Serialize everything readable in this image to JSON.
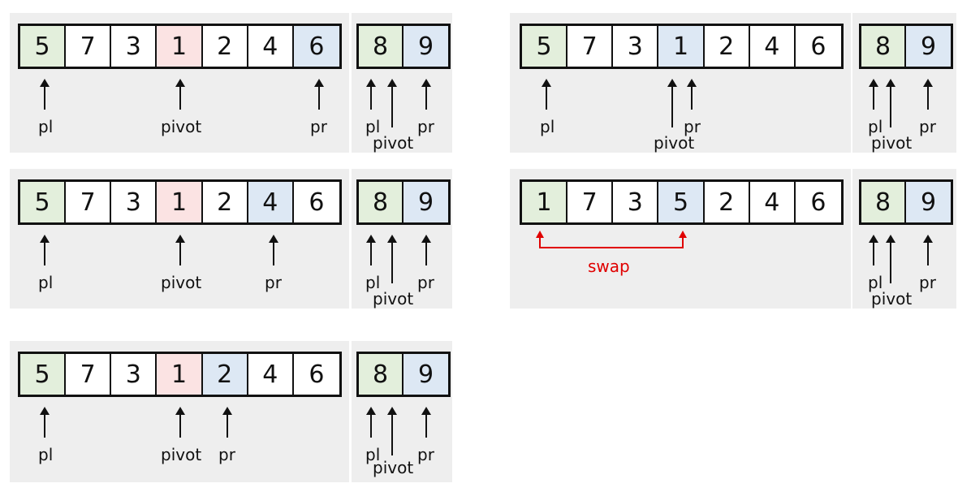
{
  "labels": {
    "pl": "pl",
    "pr": "pr",
    "pivot": "pivot",
    "swap": "swap"
  },
  "colors": {
    "pl_cell": "#e3efdc",
    "pr_cell": "#dde8f4",
    "pivot_cell": "#fbe3e3",
    "panel": "#eeeeee",
    "swap": "#e00000"
  },
  "steps": [
    {
      "main": [
        "5",
        "7",
        "3",
        "1",
        "2",
        "4",
        "6"
      ],
      "main_hl": [
        "pl",
        "",
        "",
        "pivot",
        "",
        "",
        "pr"
      ],
      "side": [
        "8",
        "9"
      ],
      "side_hl": [
        "pl",
        "pr"
      ]
    },
    {
      "main": [
        "5",
        "7",
        "3",
        "1",
        "2",
        "4",
        "6"
      ],
      "main_hl": [
        "pl",
        "",
        "",
        "pivot",
        "",
        "pr",
        ""
      ],
      "side": [
        "8",
        "9"
      ],
      "side_hl": [
        "pl",
        "pr"
      ]
    },
    {
      "main": [
        "5",
        "7",
        "3",
        "1",
        "2",
        "4",
        "6"
      ],
      "main_hl": [
        "pl",
        "",
        "",
        "pivot",
        "pr",
        "",
        ""
      ],
      "side": [
        "8",
        "9"
      ],
      "side_hl": [
        "pl",
        "pr"
      ]
    },
    {
      "main": [
        "5",
        "7",
        "3",
        "1",
        "2",
        "4",
        "6"
      ],
      "main_hl": [
        "pl",
        "",
        "",
        "pr",
        "",
        "",
        ""
      ],
      "side": [
        "8",
        "9"
      ],
      "side_hl": [
        "pl",
        "pr"
      ]
    },
    {
      "main": [
        "1",
        "7",
        "3",
        "5",
        "2",
        "4",
        "6"
      ],
      "main_hl": [
        "pl",
        "",
        "",
        "pr",
        "",
        "",
        ""
      ],
      "side": [
        "8",
        "9"
      ],
      "side_hl": [
        "pl",
        "pr"
      ]
    }
  ]
}
